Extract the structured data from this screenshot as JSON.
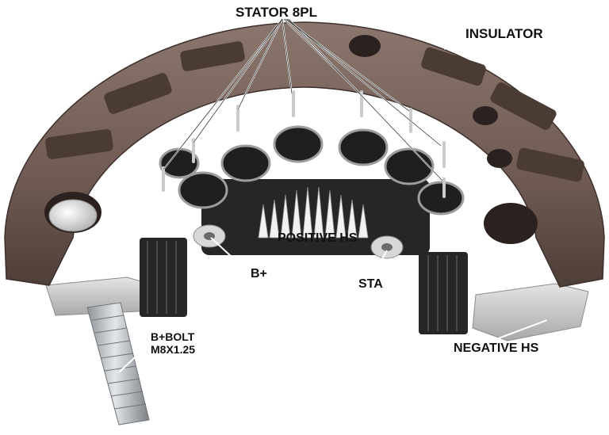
{
  "labels": {
    "stator": "STATOR 8PL",
    "insulator": "INSULATOR",
    "positive_hs": "POSITIVE HS",
    "b_plus": "B+",
    "sta": "STA",
    "b_bolt_line1": "B+BOLT",
    "b_bolt_line2": "M8X1.25",
    "negative_hs": "NEGATIVE HS"
  },
  "colors": {
    "insulator": "#6e5a52",
    "insulator_dark": "#4e3e38",
    "heatsink": "#262626",
    "metal": "#c4c4c4",
    "leader": "#ffffff"
  }
}
